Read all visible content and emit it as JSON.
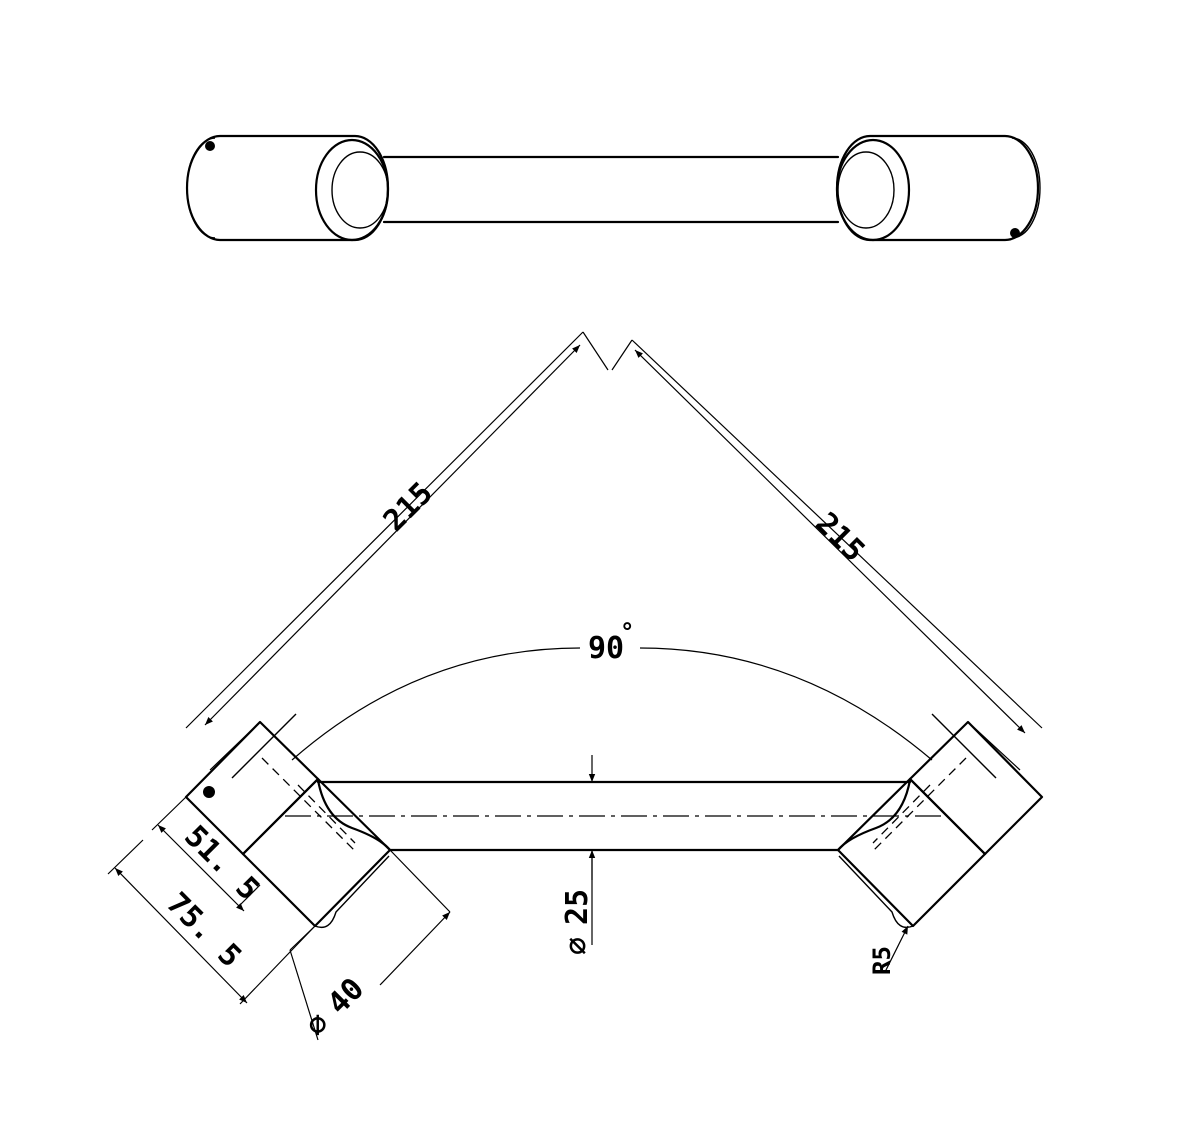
{
  "drawing": {
    "top_view": {
      "label": ""
    },
    "plan_view": {
      "dim_left_length": "215",
      "dim_right_length": "215",
      "dim_angle": "90",
      "dim_angle_unit": "°",
      "dim_bar_diameter": "25",
      "dim_flange_diameter": "40",
      "dim_flange_inner": "51. 5",
      "dim_flange_outer": "75. 5",
      "dim_radius": "R5",
      "diameter_symbol": "∅"
    }
  }
}
